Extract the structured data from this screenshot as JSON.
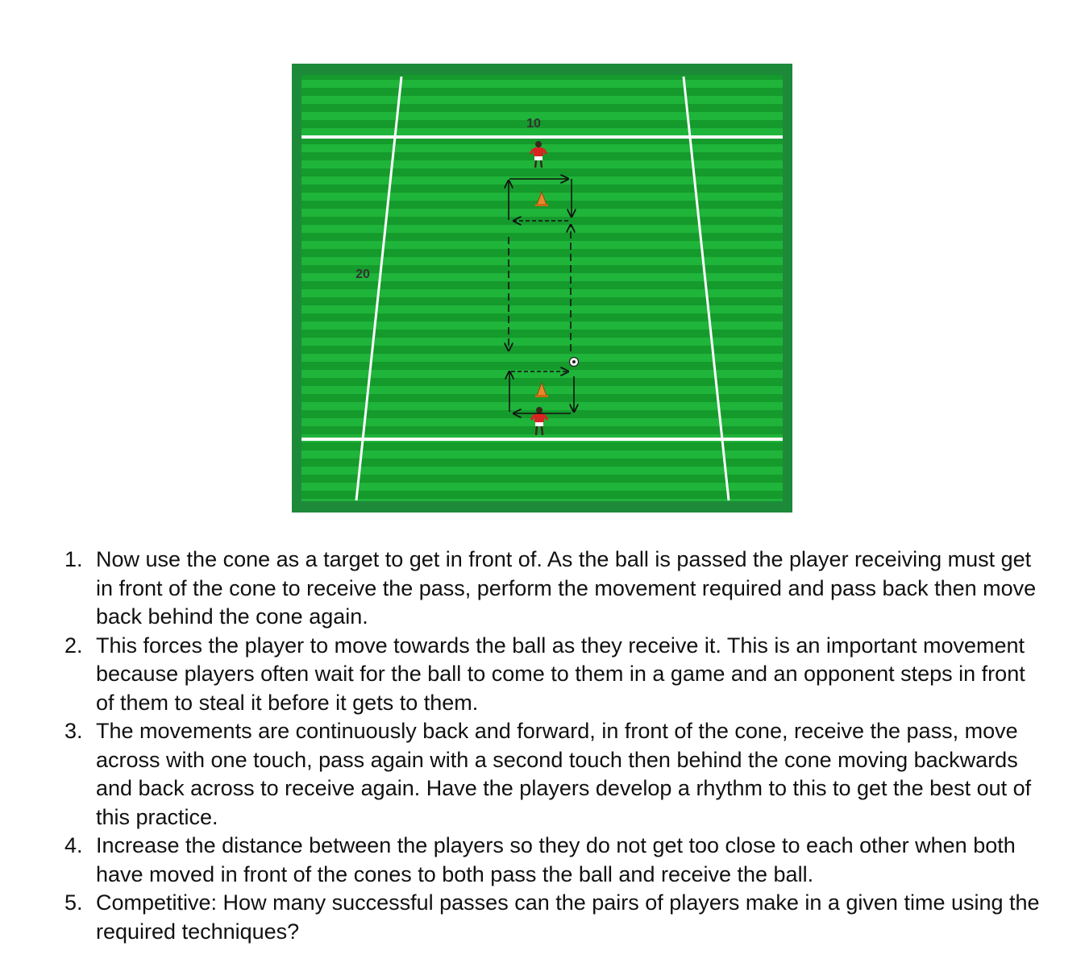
{
  "diagram": {
    "labels": {
      "width": "10",
      "length": "20"
    },
    "colors": {
      "grass_dark": "#159a2c",
      "grass_light": "#1fb43a",
      "border": "#1d8a3a",
      "line": "#ffffff",
      "cone": "#e8882a",
      "player_shirt": "#d92323"
    }
  },
  "instructions": [
    {
      "num": "1.",
      "text": "Now use the cone as a target to get in front of. As the ball is passed the player receiving must get in front of the cone to receive the pass, perform the movement required and pass back then move back behind the cone again."
    },
    {
      "num": "2.",
      "text": "This forces the player to move towards the ball as they receive it. This is an important movement because players often wait for the ball to come to them in a game and an opponent steps in front of them to steal it before it gets to them."
    },
    {
      "num": "3.",
      "text": "The movements are continuously back and forward, in front of the cone, receive the pass, move across with one touch, pass again with a second touch then behind the cone moving backwards and back across to receive again. Have the players develop a rhythm to this to get the best out of this practice."
    },
    {
      "num": "4.",
      "text": "Increase the distance between the players so they do not get too close to each other when both have moved in front of the cones to both pass the ball and receive the ball."
    },
    {
      "num": "5.",
      "text": "Competitive: How many successful passes can the pairs of players make in a given time using the required techniques?"
    }
  ]
}
